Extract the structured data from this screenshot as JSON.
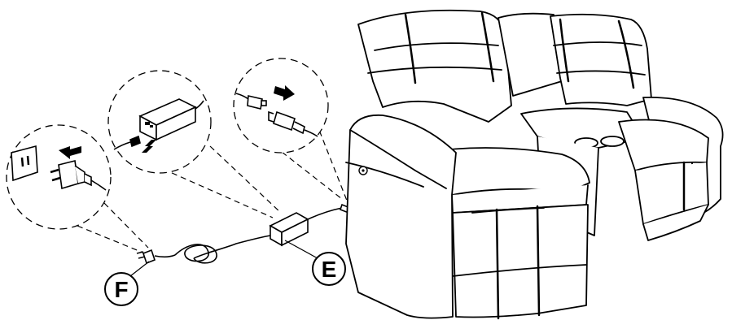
{
  "diagram": {
    "callouts": [
      {
        "id": "F",
        "label": "F"
      },
      {
        "id": "E",
        "label": "E"
      }
    ],
    "colors": {
      "ink": "#000000",
      "paper": "#ffffff",
      "sofa_fill": "#ffffff"
    }
  }
}
